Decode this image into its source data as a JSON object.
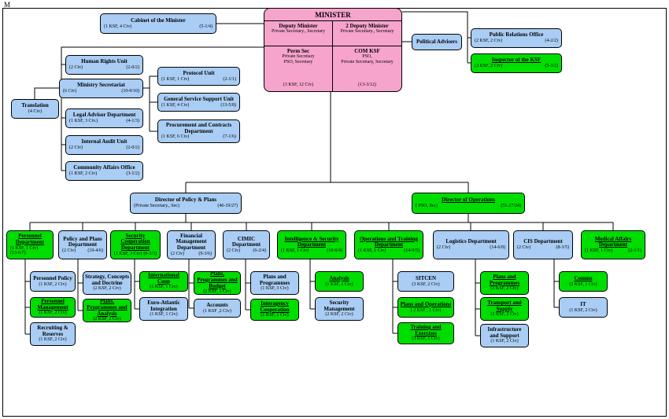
{
  "page": {
    "corner_label": "M"
  },
  "colors": {
    "blue": "#a9cdf4",
    "green": "#00dd00",
    "pink": "#f7a4cc"
  },
  "minister": {
    "title": "MINISTER",
    "deputy1_title": "Deputy Minister",
    "deputy1_sub": "Private Secretary., Secretary",
    "deputy2_title": "2 Deputy Minister",
    "deputy2_sub": "Private Secretary., Secretary",
    "permsec_title": "Perm Sec",
    "permsec_line1": "Private Secretary",
    "permsec_line2": "PSO, Secretary",
    "permsec_count": "(3 KSF, 12 Civ)",
    "comksf_title": "COM KSF",
    "comksf_line1": "PSO,",
    "comksf_line2": "Private Secretary, Secretary",
    "comksf_count": "(13-3/12)"
  },
  "nodes": [
    {
      "id": "cabinet",
      "color": "blue",
      "title": "Cabinet of the Minister",
      "staff": "(1 KSF, 4 Civ)",
      "count": "(5-1/4)"
    },
    {
      "id": "political_advisers",
      "color": "blue",
      "title": "Political Advisers",
      "staff": "",
      "count": ""
    },
    {
      "id": "public_relations",
      "color": "blue",
      "title": "Public Relations Office",
      "staff": "(2 KSF, 2 Civ)",
      "count": "(4-2/2)"
    },
    {
      "id": "inspector",
      "color": "green",
      "title": "Inspector of the KSF",
      "staff": "(3 KSF, 2 Civ)",
      "count": "(5-3/2)"
    },
    {
      "id": "human_rights",
      "color": "blue",
      "title": "Human Rights Unit",
      "staff": "(2 Civ)",
      "count": "(2-0/2)"
    },
    {
      "id": "ministry_secretariat",
      "color": "blue",
      "title": "Ministry Secretariat",
      "staff": "(6 Civ)",
      "count": "(10-0/10)"
    },
    {
      "id": "translation",
      "color": "blue",
      "title": "Translation",
      "staff": "(4 Civ)",
      "count": ""
    },
    {
      "id": "legal_advisor",
      "color": "blue",
      "title": "Legal Advisor Department",
      "staff": "(1 KSF, 3 Civ.)",
      "count": "(4-1/3)"
    },
    {
      "id": "internal_audit",
      "color": "blue",
      "title": "Internal Audit Unit",
      "staff": "(2 Civ)",
      "count": "(2-0/2)"
    },
    {
      "id": "community_affairs",
      "color": "blue",
      "title": "Community Affairs Office",
      "staff": "(1 KSF, 2 Civ)",
      "count": "(3-1/2)"
    },
    {
      "id": "protocol",
      "color": "blue",
      "title": "Protocol Unit",
      "staff": "(1 KSF, 1 Civ)",
      "count": "(2-1/1)"
    },
    {
      "id": "general_service",
      "color": "blue",
      "title": "General Service Support Unit",
      "staff": "(1 KSF, 4 Civ)",
      "count": "(13-5/8)"
    },
    {
      "id": "procurement",
      "color": "blue",
      "title": "Procurement and Contracts Department",
      "staff": "(1 KSF, 6 Civ)",
      "count": "(7-1/6)"
    },
    {
      "id": "dir_policy",
      "color": "blue",
      "title": "Director of Policy & Plans",
      "staff": "(Private Secretary., Sec)",
      "count": "(46-19/27)"
    },
    {
      "id": "dir_operations",
      "color": "green",
      "title": "Director of Operations",
      "staff": "( PSO, Sec)",
      "count": "(51-27/24)"
    },
    {
      "id": "dept_personnel",
      "color": "green",
      "title": "Personnel Department",
      "staff": "(1 KSF, 1 Civ)",
      "count": "(13-6/7)"
    },
    {
      "id": "dept_policy_plans",
      "color": "blue",
      "title": "Policy and Plans Department",
      "staff": "(2 Civ)",
      "count": "(10-4/6)"
    },
    {
      "id": "dept_security_coop",
      "color": "green",
      "title": "Security Cooperation Department",
      "staff": "(1 KSF, 3 Civ)",
      "count": "(6-3/3)"
    },
    {
      "id": "dept_financial",
      "color": "blue",
      "title": "Financial Management Department",
      "staff": "(2 Civ)",
      "count": "(9-3/6)"
    },
    {
      "id": "dept_cimic",
      "color": "blue",
      "title": "CIMIC Department",
      "staff": "(2 Civ)",
      "count": "(6-2/4)"
    },
    {
      "id": "dept_intel",
      "color": "green",
      "title": "Intelligence & Security Department",
      "staff": "(1 KSF, 1 Civ)",
      "count": "(10-6/4)"
    },
    {
      "id": "dept_ops_training",
      "color": "green",
      "title": "Operations and Training Department",
      "staff": "(1 KSF, 1 Civ)",
      "count": "(14-9/5)"
    },
    {
      "id": "dept_logistics",
      "color": "blue",
      "title": "Logistics Department",
      "staff": "(2 Civ)",
      "count": "(14-6/8)"
    },
    {
      "id": "dept_cis",
      "color": "blue",
      "title": "CIS Department",
      "staff": "(2 Civ)",
      "count": "(8-3/5)"
    },
    {
      "id": "dept_medical",
      "color": "green",
      "title": "Medical Affairs Department",
      "staff": "(1 KSF, 1 Civ)",
      "count": "(2-1/1)"
    },
    {
      "id": "personnel_policy",
      "color": "blue",
      "title": "Personnel Policy",
      "staff": "(1 KSF, 2 Civ)",
      "count": ""
    },
    {
      "id": "personnel_mgmt",
      "color": "green",
      "title": "Personnel Management",
      "staff": "(1 KSF, 2 Civ)",
      "count": ""
    },
    {
      "id": "recruiting",
      "color": "blue",
      "title": "Recruiting & Reserves",
      "staff": "(1 KSF, 2 Civ)",
      "count": ""
    },
    {
      "id": "strategy_doctrine",
      "color": "blue",
      "title": "Strategy, Concepts and Doctrine",
      "staff": "(2 KSF, 2 Civ)",
      "count": ""
    },
    {
      "id": "plans_analysis",
      "color": "green",
      "title": "Plans, Programmes and Analysis",
      "staff": "(2 KSF, 2 Civ)",
      "count": ""
    },
    {
      "id": "intl_coop",
      "color": "green",
      "title": "International Coop",
      "staff": "(1 KSF, 1 Civ)",
      "count": ""
    },
    {
      "id": "euro_atlantic",
      "color": "blue",
      "title": "Euro-Atlantic Integration",
      "staff": "(1 KSF, 1 Civ)",
      "count": ""
    },
    {
      "id": "plans_budget",
      "color": "green",
      "title": "Plans, Programmes and Budget",
      "staff": "(2 KSF, 2 Civ)",
      "count": ""
    },
    {
      "id": "accounts",
      "color": "blue",
      "title": "Accounts",
      "staff": "(1 KSF ,2 Civ)",
      "count": ""
    },
    {
      "id": "cimic_plans",
      "color": "blue",
      "title": "Plans and Programmes",
      "staff": "(1 KSF, 3 Civ)",
      "count": ""
    },
    {
      "id": "interagency",
      "color": "green",
      "title": "Interagency Cooperation",
      "staff": "(1 KSF, 1 Civ)",
      "count": ""
    },
    {
      "id": "analysis",
      "color": "green",
      "title": "Analysis",
      "staff": "(1 KSF, 1 Civ)",
      "count": ""
    },
    {
      "id": "security_mgmt",
      "color": "blue",
      "title": "Security Management",
      "staff": "(2 KSF, 2 Civ)",
      "count": ""
    },
    {
      "id": "sitcen",
      "color": "blue",
      "title": "SITCEN",
      "staff": "(3 KSF, 2 Civ)",
      "count": ""
    },
    {
      "id": "plans_ops",
      "color": "green",
      "title": "Plans and Operations",
      "staff": "( 2 KSF , 1 Civ)",
      "count": ""
    },
    {
      "id": "training_ex",
      "color": "green",
      "title": "Training and Exercises",
      "staff": "(3 KSF, 1 Civ)",
      "count": ""
    },
    {
      "id": "log_plans",
      "color": "green",
      "title": "Plans and Programmes",
      "staff": "(3 KSF, 2 Civ)",
      "count": ""
    },
    {
      "id": "transport",
      "color": "green",
      "title": "Transport and Supply",
      "staff": "(2 KSF, 2 Civ)",
      "count": ""
    },
    {
      "id": "infrastructure",
      "color": "blue",
      "title": "Infrastructure and Support",
      "staff": "(1 KSF, 2 Civ)",
      "count": ""
    },
    {
      "id": "comms",
      "color": "green",
      "title": "Comms",
      "staff": "(2 KSF, 1 Civ)",
      "count": ""
    },
    {
      "id": "it",
      "color": "blue",
      "title": "IT",
      "staff": "(1 KSF, 2 Civ)",
      "count": ""
    }
  ]
}
